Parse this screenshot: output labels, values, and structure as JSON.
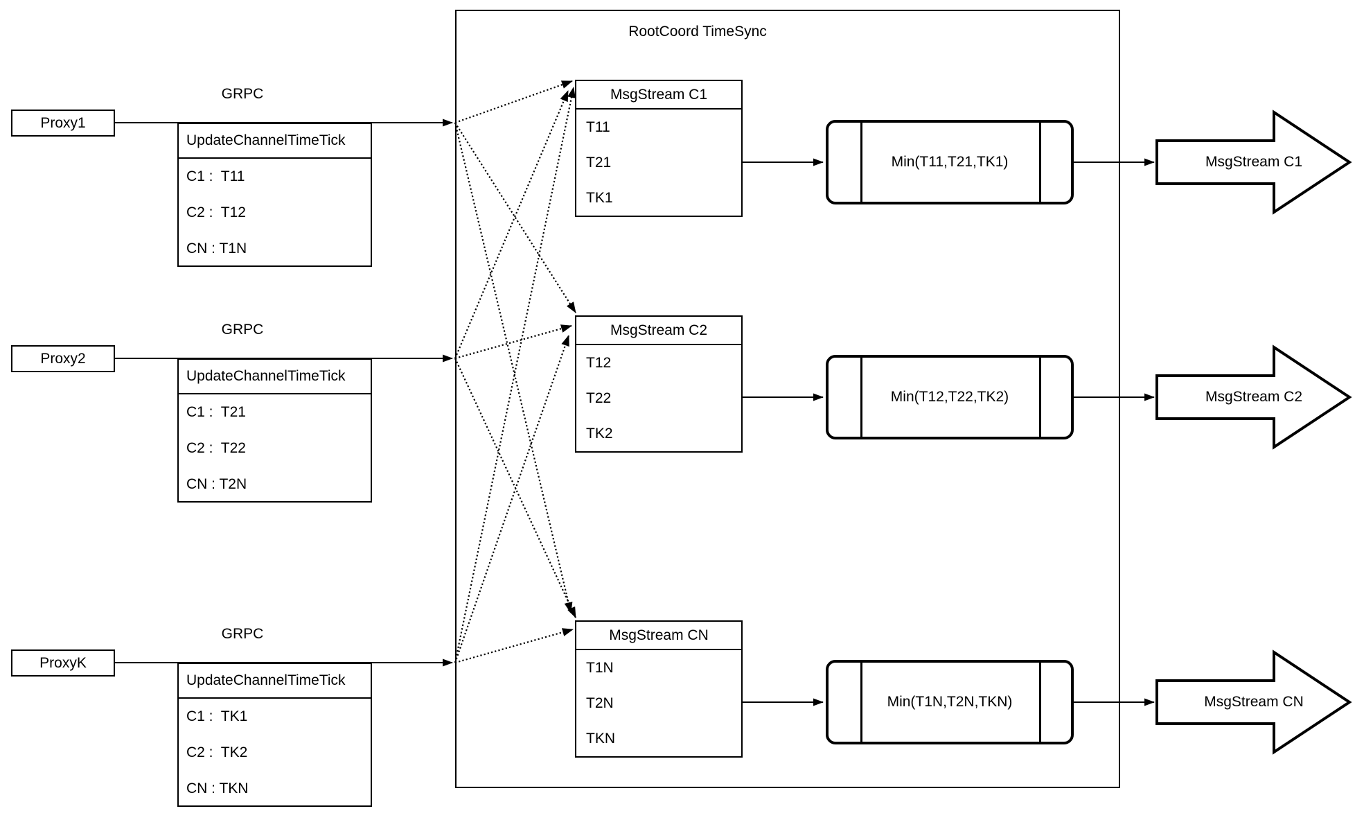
{
  "title": "RootCoord TimeSync",
  "grpc_label": "GRPC",
  "proxies": [
    {
      "name": "Proxy1",
      "call": "UpdateChannelTimeTick",
      "rows": [
        "C1 :  T11",
        "C2 :  T12",
        "CN : T1N"
      ]
    },
    {
      "name": "Proxy2",
      "call": "UpdateChannelTimeTick",
      "rows": [
        "C1 :  T21",
        "C2 :  T22",
        "CN : T2N"
      ]
    },
    {
      "name": "ProxyK",
      "call": "UpdateChannelTimeTick",
      "rows": [
        "C1 :  TK1",
        "C2 :  TK2",
        "CN : TKN"
      ]
    }
  ],
  "msgstreams": [
    {
      "title": "MsgStream C1",
      "rows": [
        "T11",
        "T21",
        "TK1"
      ]
    },
    {
      "title": "MsgStream C2",
      "rows": [
        "T12",
        "T22",
        "TK2"
      ]
    },
    {
      "title": "MsgStream CN",
      "rows": [
        "T1N",
        "T2N",
        "TKN"
      ]
    }
  ],
  "min_ops": [
    "Min(T11,T21,TK1)",
    "Min(T12,T22,TK2)",
    "Min(T1N,T2N,TKN)"
  ],
  "output_streams": [
    "MsgStream C1",
    "MsgStream C2",
    "MsgStream CN"
  ],
  "colors": {
    "stroke": "#000000",
    "background": "#ffffff"
  }
}
